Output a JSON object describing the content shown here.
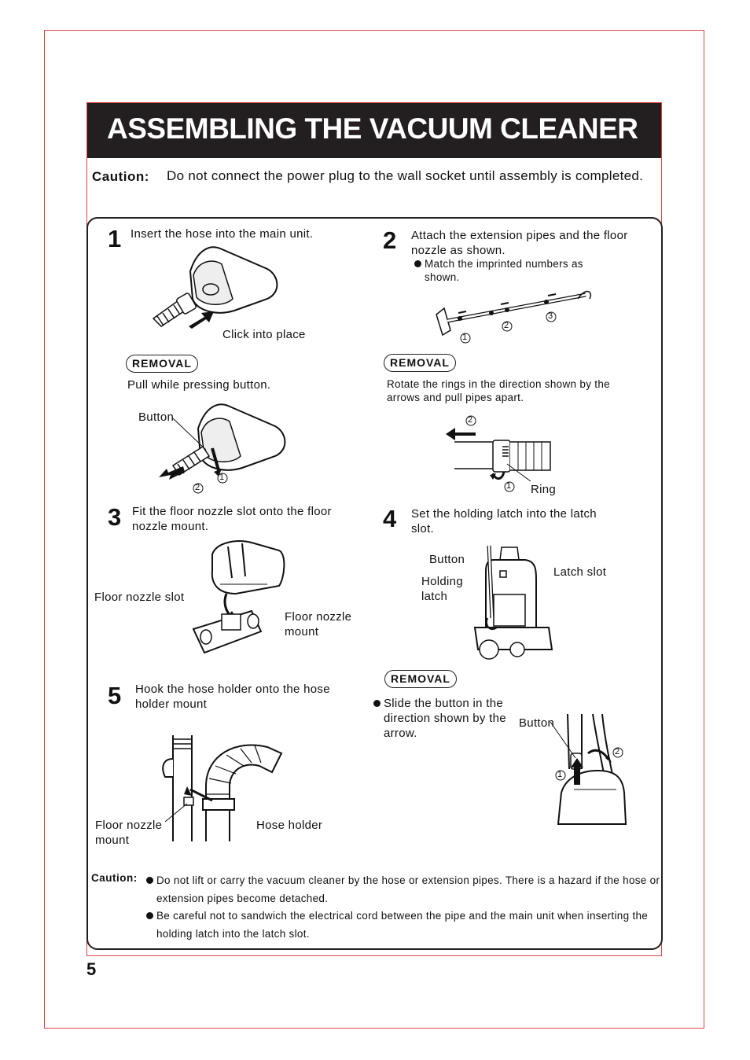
{
  "header": {
    "title": "ASSEMBLING THE VACUUM CLEANER",
    "caution_label": "Caution:",
    "caution_text": "Do not connect the power plug to the wall socket until assembly is completed."
  },
  "steps": {
    "s1": {
      "number": "1",
      "text": "Insert the hose into the main unit.",
      "callout": "Click into place",
      "removal_label": "REMOVAL",
      "removal_text": "Pull while pressing button.",
      "removal_callout": "Button",
      "mark1": "1",
      "mark2": "2"
    },
    "s2": {
      "number": "2",
      "text": "Attach the extension pipes and the floor nozzle as shown.",
      "note": "Match the imprinted numbers as shown.",
      "marks": [
        "1",
        "2",
        "3"
      ],
      "removal_label": "REMOVAL",
      "removal_text": "Rotate the rings in the direction shown by the arrows and pull pipes apart.",
      "ring_label": "Ring",
      "mark1": "1",
      "mark2": "2"
    },
    "s3": {
      "number": "3",
      "text": "Fit the floor nozzle slot onto the floor nozzle mount.",
      "slot_label": "Floor nozzle slot",
      "mount_label": "Floor nozzle mount"
    },
    "s4": {
      "number": "4",
      "text": "Set the holding latch into the latch slot.",
      "button_label": "Button",
      "holding_latch_label": "Holding latch",
      "latch_slot_label": "Latch slot",
      "removal_label": "REMOVAL",
      "removal_text": "Slide the button in the direction shown by the arrow.",
      "removal_button_label": "Button",
      "mark1": "1",
      "mark2": "2"
    },
    "s5": {
      "number": "5",
      "text": "Hook the hose holder onto the hose holder mount",
      "mount_label": "Floor nozzle mount",
      "holder_label": "Hose holder"
    }
  },
  "footer_caution": {
    "label": "Caution:",
    "item1": "Do not lift or carry the vacuum cleaner by the hose or extension pipes. There is a hazard if the hose or extension pipes become detached.",
    "item2": "Be careful not to sandwich the electrical cord between the pipe and the main unit when inserting the holding latch into the latch slot."
  },
  "page_number": "5"
}
